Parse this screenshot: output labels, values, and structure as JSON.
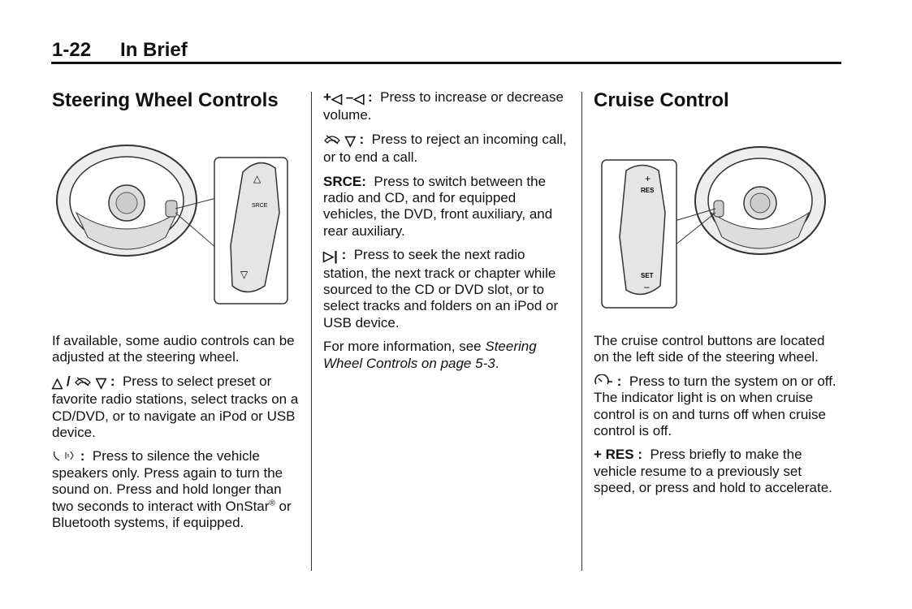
{
  "header": {
    "page_number": "1-22",
    "section": "In Brief"
  },
  "left": {
    "title": "Steering Wheel Controls",
    "intro": "If available, some audio controls can be adjusted at the steering wheel.",
    "items": [
      {
        "key_sep": "/",
        "key_colon": ":",
        "text": "Press to select preset or favorite radio stations, select tracks on a CD/DVD, or to navigate an iPod or USB device."
      },
      {
        "key_colon": ":",
        "text_a": "Press to silence the vehicle speakers only. Press again to turn the sound on. Press and hold longer than two seconds to interact with OnStar",
        "sup": "®",
        "text_b": " or Bluetooth systems, if equipped."
      }
    ],
    "figure_labels": [
      "SRCE"
    ]
  },
  "middle": {
    "items": [
      {
        "key_plus": "+",
        "key_minus": "–",
        "key_colon": ":",
        "text": "Press to increase or decrease volume."
      },
      {
        "key_colon": ":",
        "text": "Press to reject an incoming call, or to end a call."
      },
      {
        "key": "SRCE:",
        "text": "Press to switch between the radio and CD, and for equipped vehicles, the DVD, front auxiliary, and rear auxiliary."
      },
      {
        "key_colon": ":",
        "text": "Press to seek the next radio station, the next track or chapter while sourced to the CD or DVD slot, or to select tracks and folders on an iPod or USB device."
      }
    ],
    "more_info": "For more information, see ",
    "more_info_link": "Steering Wheel Controls on page 5-3",
    "more_info_end": "."
  },
  "right": {
    "title": "Cruise Control",
    "intro": "The cruise control buttons are located on the left side of the steering wheel.",
    "items": [
      {
        "key_colon": ":",
        "text": "Press to turn the system on or off. The indicator light is on when cruise control is on and turns off when cruise control is off."
      },
      {
        "key": "+ RES :",
        "text": "Press briefly to make the vehicle resume to a previously set speed, or press and hold to accelerate."
      }
    ],
    "figure_labels": [
      "RES",
      "SET"
    ]
  }
}
